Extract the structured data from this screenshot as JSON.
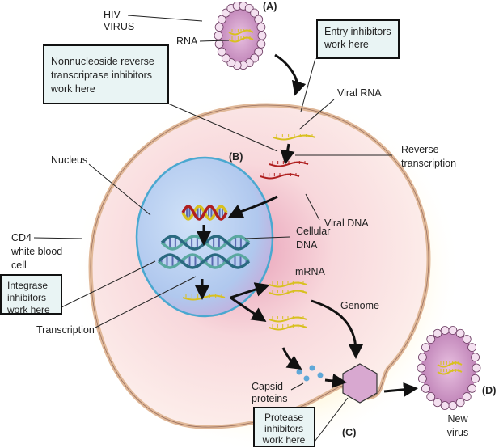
{
  "labels": {
    "step_a": "(A)",
    "step_b": "(B)",
    "step_c": "(C)",
    "step_d": "(D)",
    "hiv_virus": [
      "HIV",
      "VIRUS"
    ],
    "rna": "RNA",
    "viral_rna": "Viral RNA",
    "reverse_transcription": [
      "Reverse",
      "transcription"
    ],
    "viral_dna": "Viral DNA",
    "nucleus": "Nucleus",
    "cellular_dna": [
      "Cellular",
      "DNA"
    ],
    "cd4_cell": [
      "CD4",
      "white blood",
      "cell"
    ],
    "transcription": "Transcription",
    "mrna": "mRNA",
    "genome": "Genome",
    "capsid_proteins": [
      "Capsid",
      "proteins"
    ],
    "new_virus": [
      "New",
      "virus"
    ]
  },
  "callouts": {
    "entry": [
      "Entry inhibitors",
      "work here"
    ],
    "nnrti": [
      "Nonnucleoside reverse",
      "transcriptase inhibitors",
      "work here"
    ],
    "integrase": [
      "Integrase",
      "inhibitors",
      "work here"
    ],
    "protease": [
      "Protease",
      "inhibitors",
      "work here"
    ]
  },
  "colors": {
    "cell_membrane": "#e8c4a8",
    "cytoplasm": "#fbe8e6",
    "nucleus": "#b8d4f2",
    "nucleus_border": "#4aa8d0",
    "virus": "#c890c0",
    "rna": "#d8c020",
    "dna": "#b02020",
    "callout_bg": "#e9f4f4"
  }
}
